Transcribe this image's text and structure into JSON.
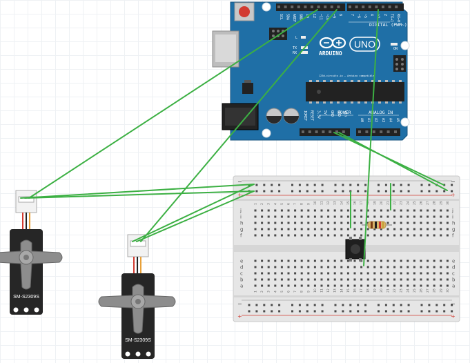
{
  "colors": {
    "board": "#1f6fa6",
    "board_dark": "#15527d",
    "wire": "#3cb043",
    "breadboard": "#e6e6e6",
    "rail_red": "#d23a30",
    "servo_body": "#262626",
    "servo_horn": "#8d8d8d"
  },
  "arduino": {
    "brand": "ARDUINO",
    "model": "UNO",
    "digital_label": "DIGITAL (PWM~)",
    "power_label": "POWER",
    "analog_label": "ANALOG IN",
    "on_label": "ON",
    "tx_label": "TX",
    "rx_label": "RX",
    "l_label": "L",
    "subtitle": "123d.circuits.io – Arduino compatible",
    "top_pins": [
      "SCL",
      "SDA",
      "AREF",
      "GND",
      "13",
      "12",
      "~11",
      "~10",
      "~9",
      "8",
      "7",
      "~6",
      "~5",
      "4",
      "~3",
      "2",
      "TX→1",
      "RX←0"
    ],
    "power_pins": [
      "IOREF",
      "RESET",
      "3.3V",
      "5V",
      "GND",
      "GND",
      "Vin"
    ],
    "analog_pins": [
      "A0",
      "A1",
      "A2",
      "A3",
      "A4",
      "A5"
    ]
  },
  "breadboard": {
    "rows_top": [
      "j",
      "i",
      "h",
      "g",
      "f"
    ],
    "rows_bottom": [
      "e",
      "d",
      "c",
      "b",
      "a"
    ],
    "rail_minus": "−",
    "rail_plus": "+",
    "columns": 30
  },
  "servos": [
    {
      "label": "SM-S2309S"
    },
    {
      "label": "SM-S2309S"
    }
  ]
}
